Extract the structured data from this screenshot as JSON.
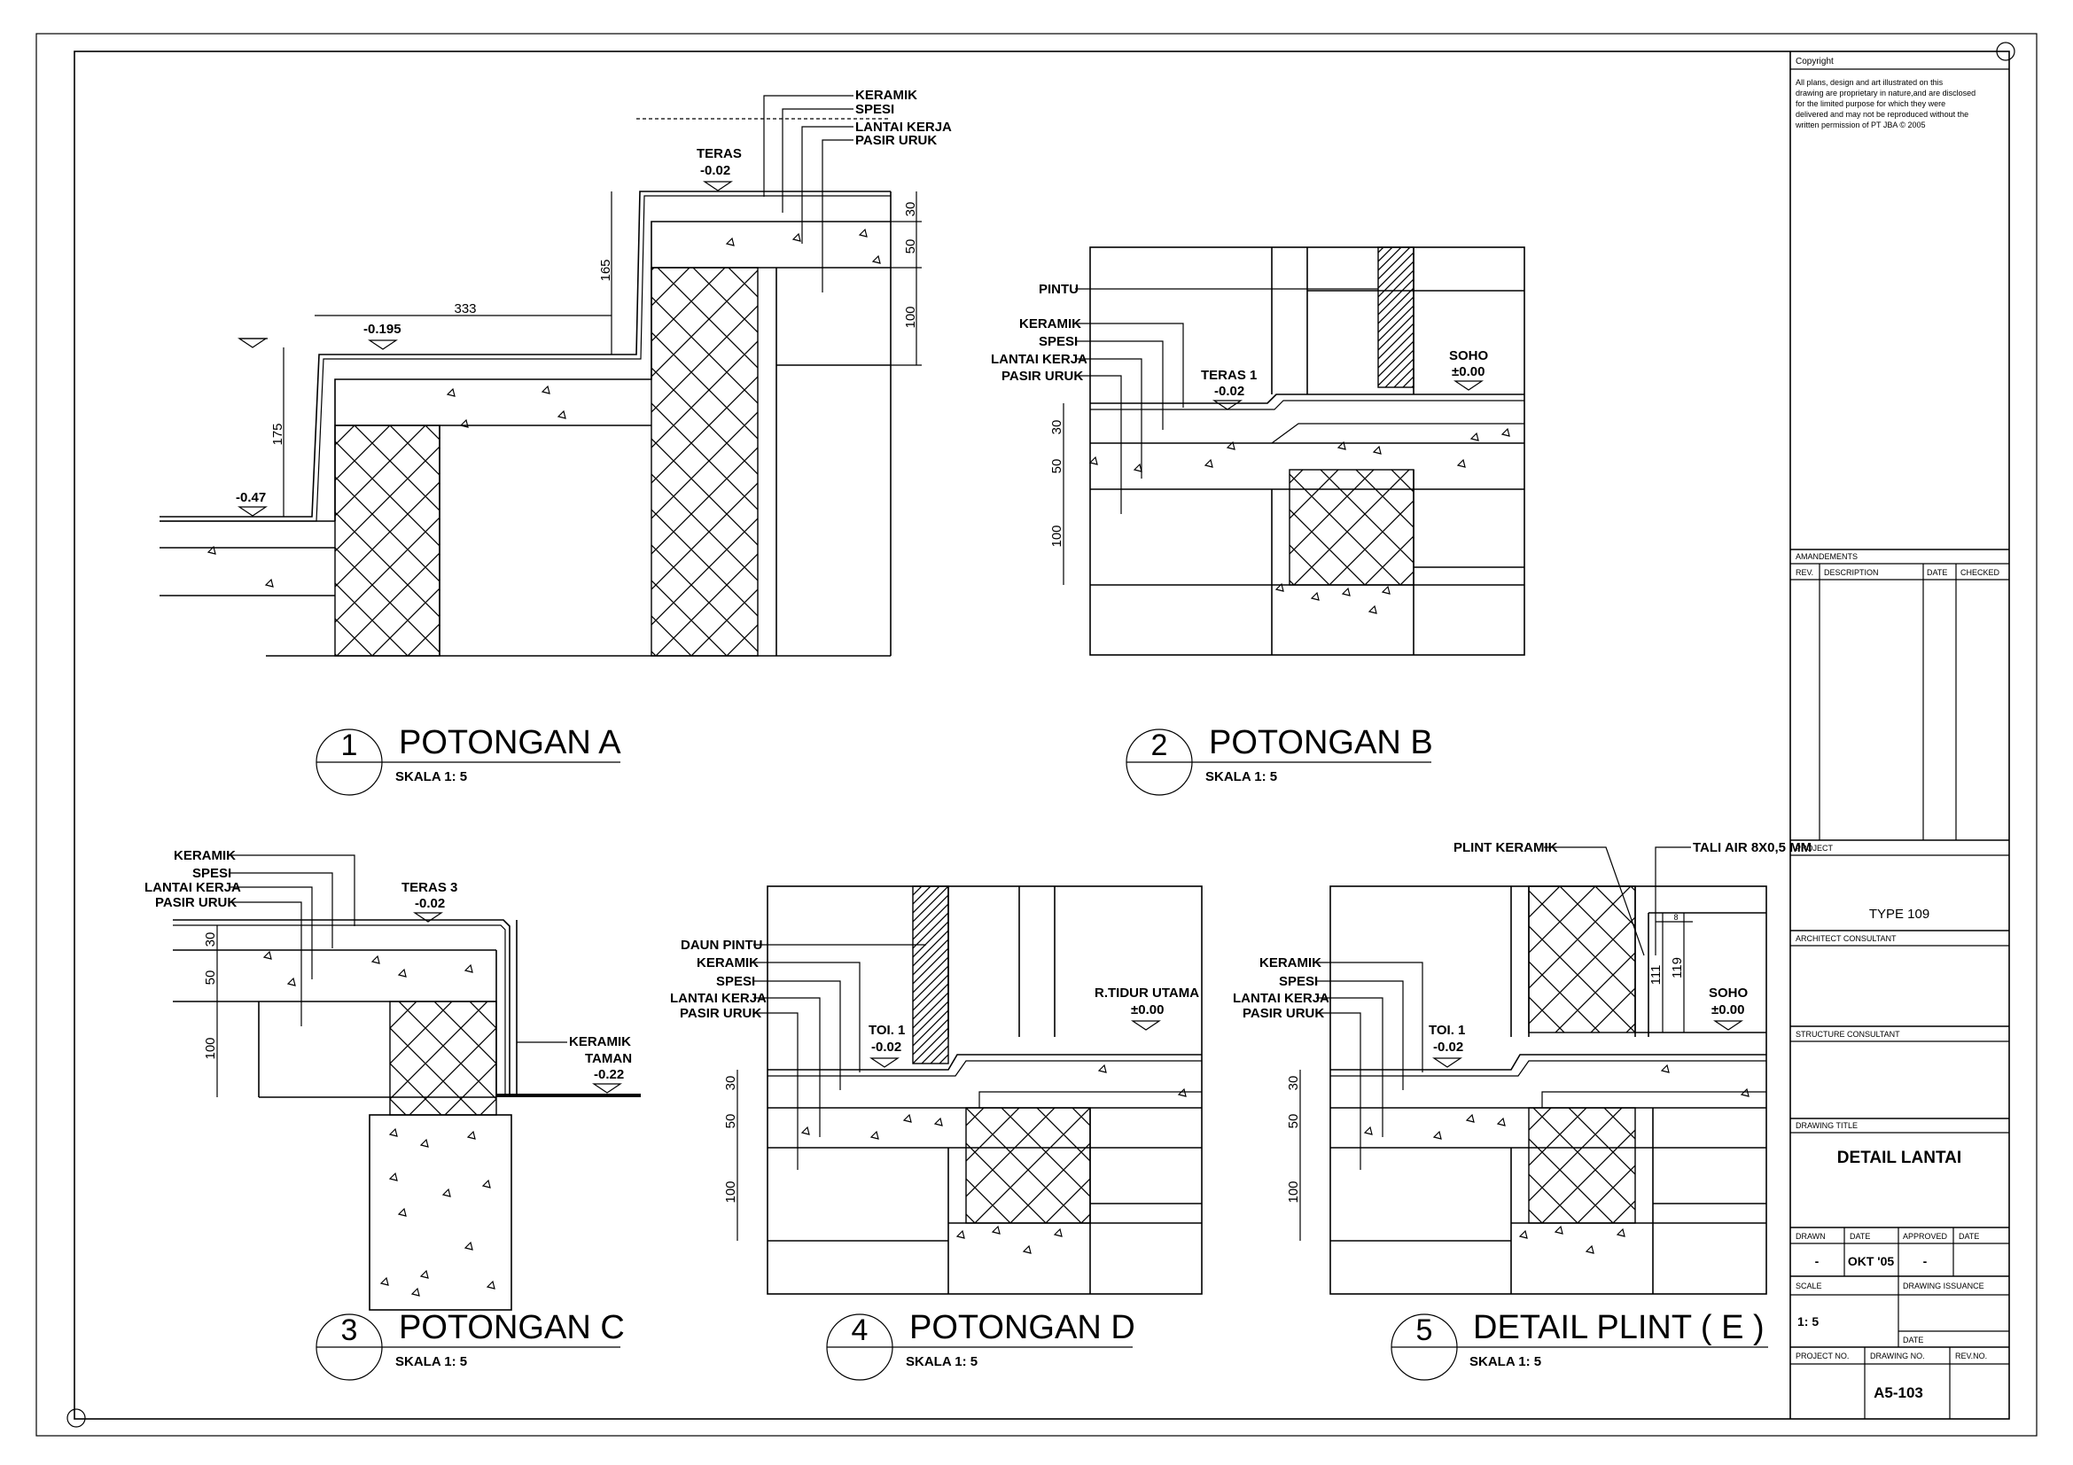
{
  "sheet": {
    "title_block": {
      "copyright_heading": "Copyright",
      "copyright_lines": [
        "All plans, design and art illustrated on this",
        "drawing are proprietary in nature,and are disclosed",
        "for the limited purpose for which they were",
        "delivered and may not be reproduced without the",
        "written permission of PT JBA  ©  2005"
      ],
      "amendments_label": "AMANDEMENTS",
      "rev_label": "REV.",
      "description_label": "DESCRIPTION",
      "date_label": "DATE",
      "checked_label": "CHECKED",
      "project_label": "PROJECT",
      "project_value": "TYPE 109",
      "architect_label": "ARCHITECT CONSULTANT",
      "structure_label": "STRUCTURE CONSULTANT",
      "drawing_title_label": "DRAWING TITLE",
      "drawing_title_value": "DETAIL LANTAI",
      "drawn_label": "DRAWN",
      "date2_label": "DATE",
      "approved_label": "APPROVED",
      "date3_label": "DATE",
      "drawn_value": "-",
      "date_value": "OKT '05",
      "approved_value": "-",
      "scale_label": "SCALE",
      "issuance_label": "DRAWING ISSUANCE",
      "scale_value": "1: 5",
      "date4_label": "DATE",
      "project_no_label": "PROJECT NO.",
      "drawing_no_label": "DRAWING NO.",
      "rev_no_label": "REV.NO.",
      "drawing_no_value": "A5-103"
    },
    "details": [
      {
        "number": "1",
        "title": "POTONGAN A",
        "scale": "SKALA 1:  5"
      },
      {
        "number": "2",
        "title": "POTONGAN B",
        "scale": "SKALA 1:  5"
      },
      {
        "number": "3",
        "title": "POTONGAN C",
        "scale": "SKALA 1:  5"
      },
      {
        "number": "4",
        "title": "POTONGAN D",
        "scale": "SKALA 1:  5"
      },
      {
        "number": "5",
        "title": "DETAIL PLINT ( E )",
        "scale": "SKALA 1:  5"
      }
    ],
    "a": {
      "layers": [
        "KERAMIK",
        "SPESI",
        "LANTAI KERJA",
        "PASIR URUK"
      ],
      "teras": "TERAS",
      "teras_lvl": "-0.02",
      "lvl1": "-0.195",
      "lvl2": "-0.47",
      "d333": "333",
      "d165": "165",
      "d175": "175",
      "d30": "30",
      "d50": "50",
      "d100": "100"
    },
    "b": {
      "pintu": "PINTU",
      "layers": [
        "KERAMIK",
        "SPESI",
        "LANTAI KERJA",
        "PASIR URUK"
      ],
      "teras": "TERAS 1",
      "teras_lvl": "-0.02",
      "soho": "SOHO",
      "soho_lvl": "±0.00",
      "d30": "30",
      "d50": "50",
      "d100": "100"
    },
    "c": {
      "layers": [
        "KERAMIK",
        "SPESI",
        "LANTAI KERJA",
        "PASIR URUK"
      ],
      "teras": "TERAS 3",
      "teras_lvl": "-0.02",
      "keramik": "KERAMIK",
      "taman": "TAMAN",
      "taman_lvl": "-0.22",
      "d30": "30",
      "d50": "50",
      "d100": "100"
    },
    "d": {
      "layers": [
        "DAUN PINTU",
        "KERAMIK",
        "SPESI",
        "LANTAI KERJA",
        "PASIR URUK"
      ],
      "toi": "TOI. 1",
      "toi_lvl": "-0.02",
      "room": "R.TIDUR UTAMA",
      "room_lvl": "±0.00",
      "d30": "30",
      "d50": "50",
      "d100": "100"
    },
    "e": {
      "plint": "PLINT KERAMIK",
      "tali": "TALI AIR 8X0,5 MM",
      "layers": [
        "KERAMIK",
        "SPESI",
        "LANTAI KERJA",
        "PASIR URUK"
      ],
      "toi": "TOI. 1",
      "toi_lvl": "-0.02",
      "soho": "SOHO",
      "soho_lvl": "±0.00",
      "d111": "111",
      "d119": "119",
      "d8": "8",
      "d30": "30",
      "d50": "50",
      "d100": "100"
    }
  }
}
